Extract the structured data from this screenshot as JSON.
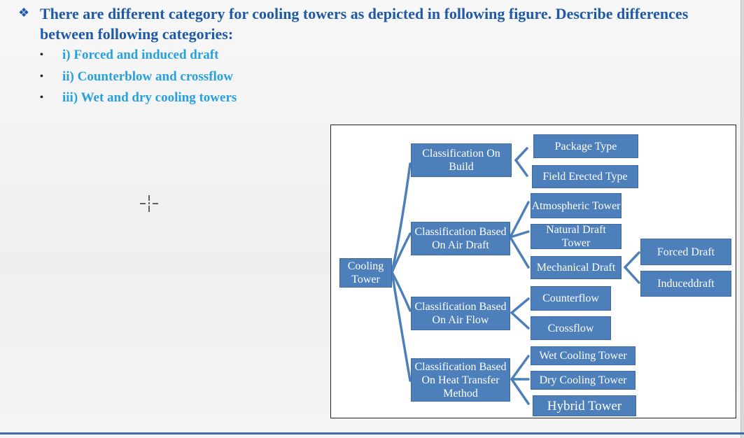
{
  "question": {
    "bullet": "❖",
    "text": "There are different category for cooling towers as depicted in following figure. Describe differences between following categories:"
  },
  "sub_items": [
    {
      "bullet": "•",
      "text": "i) Forced and induced draft"
    },
    {
      "bullet": "•",
      "text": "ii) Counterblow and crossflow"
    },
    {
      "bullet": "•",
      "text": "iii) Wet and dry cooling towers"
    }
  ],
  "diagram": {
    "root": "Cooling Tower",
    "cat_build": "Classification On Build",
    "cat_air_draft": "Classification Based On Air Draft",
    "cat_air_flow": "Classification Based On Air Flow",
    "cat_heat": "Classification Based On Heat Transfer Method",
    "package": "Package Type",
    "field": "Field Erected Type",
    "atmospheric": "Atmospheric Tower",
    "natural": "Natural Draft Tower",
    "mechanical": "Mechanical Draft",
    "forced": "Forced Draft",
    "induced": "Induceddraft",
    "counterflow": "Counterflow",
    "crossflow": "Crossflow",
    "wet": "Wet Cooling Tower",
    "dry": "Dry Cooling Tower",
    "hybrid": "Hybrid Tower"
  },
  "colors": {
    "heading": "#1f5aa6",
    "subitems": "#27a0de",
    "node_fill": "#4d7fbb",
    "connector": "#3d6aa0"
  }
}
